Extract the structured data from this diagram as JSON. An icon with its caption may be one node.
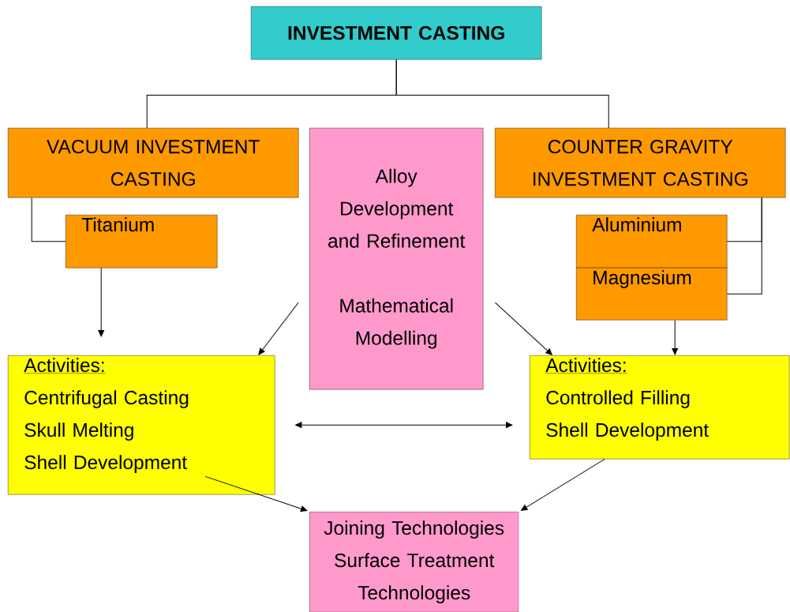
{
  "diagram": {
    "nodes": [
      {
        "text": [
          "INVESTMENT CASTING"
        ]
      },
      {
        "text": [
          "VACUUM INVESTMENT CASTING"
        ]
      },
      {
        "text": [
          "Alloy Development and Refinement",
          "Mathematical Modelling"
        ]
      },
      {
        "text": [
          "COUNTER GRAVITY INVESTMENT CASTING"
        ]
      },
      {
        "text": [
          "Titanium"
        ]
      },
      {
        "text": [
          "Aluminium"
        ]
      },
      {
        "text": [
          "Magnesium"
        ]
      },
      {
        "text": [
          "Activities:",
          "Centrifugal Casting",
          "Skull Melting",
          "Shell Development"
        ]
      },
      {
        "text": [
          "Activities:",
          "Controlled Filling",
          "Shell Development"
        ]
      },
      {
        "text": [
          "Joining Technologies",
          "Surface Treatment Technologies"
        ]
      }
    ],
    "edges": [
      {
        "from": 0,
        "to": 1,
        "arrow": "none"
      },
      {
        "from": 0,
        "to": 3,
        "arrow": "none"
      },
      {
        "from": 1,
        "to": 4,
        "arrow": "none"
      },
      {
        "from": 3,
        "to": 5,
        "arrow": "none"
      },
      {
        "from": 3,
        "to": 6,
        "arrow": "none"
      },
      {
        "from": 4,
        "to": 7,
        "arrow": "to"
      },
      {
        "from": 6,
        "to": 8,
        "arrow": "to"
      },
      {
        "from": 2,
        "to": 7,
        "arrow": "to"
      },
      {
        "from": 2,
        "to": 8,
        "arrow": "to"
      },
      {
        "from": 7,
        "to": 8,
        "arrow": "both"
      },
      {
        "from": 7,
        "to": 9,
        "arrow": "to"
      },
      {
        "from": 8,
        "to": 9,
        "arrow": "to"
      }
    ]
  }
}
